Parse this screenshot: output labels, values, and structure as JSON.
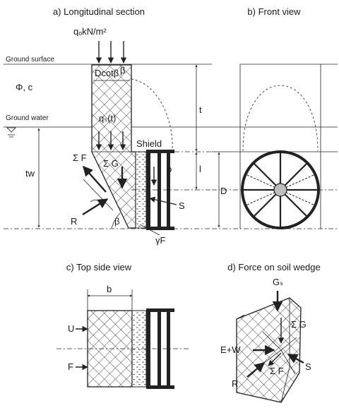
{
  "captions": {
    "longitudinal": "a) Longitudinal section",
    "front": "b) Front view",
    "top": "c) Top side view",
    "force": "d) Force on soil wedge"
  },
  "labels": {
    "ground_surface": "Ground surface",
    "ground_water": "Ground water",
    "load": "qₒkN/m²",
    "soil_params": "Φ, c",
    "dcot": "Dcotβ",
    "qs": "qₛ(t)",
    "shield": "Shield",
    "sum_f": "Σ F",
    "sum_g": "Σ G",
    "r": "R",
    "beta": "β",
    "p": "p",
    "s": "S",
    "gamma_f": "γF",
    "t": "t",
    "tw": "tw",
    "l": "l",
    "d": "D",
    "b": "b",
    "u": "U",
    "f": "F",
    "gs": "Gₛ",
    "ew": "E+W",
    "wedge_g": "Σ G",
    "wedge_f": "Σ F",
    "wedge_s": "S",
    "wedge_r": "R"
  }
}
